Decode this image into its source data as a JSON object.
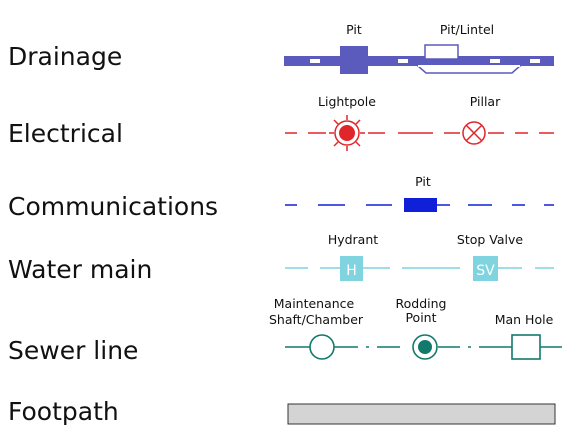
{
  "rows": [
    {
      "label": "Drainage"
    },
    {
      "label": "Electrical"
    },
    {
      "label": "Communications"
    },
    {
      "label": "Water main"
    },
    {
      "label": "Sewer line"
    },
    {
      "label": "Footpath"
    }
  ],
  "drainage": {
    "pit": "Pit",
    "pit_lintel": "Pit/Lintel"
  },
  "electrical": {
    "lightpole": "Lightpole",
    "pillar": "Pillar"
  },
  "communications": {
    "pit": "Pit"
  },
  "water": {
    "hydrant": "Hydrant",
    "hydrant_letter": "H",
    "stop_valve": "Stop Valve",
    "stop_valve_letters": "SV"
  },
  "sewer": {
    "maintenance_line1": "Maintenance",
    "maintenance_line2": "Shaft/Chamber",
    "rodding_line1": "Rodding",
    "rodding_line2": "Point",
    "manhole": "Man Hole"
  },
  "colors": {
    "drainage": "#5b5bbd",
    "electrical": "#e0262a",
    "communications": "#1020d8",
    "water": "#7fd4e0",
    "sewer": "#127a6c",
    "footpath_fill": "#d4d4d4"
  }
}
